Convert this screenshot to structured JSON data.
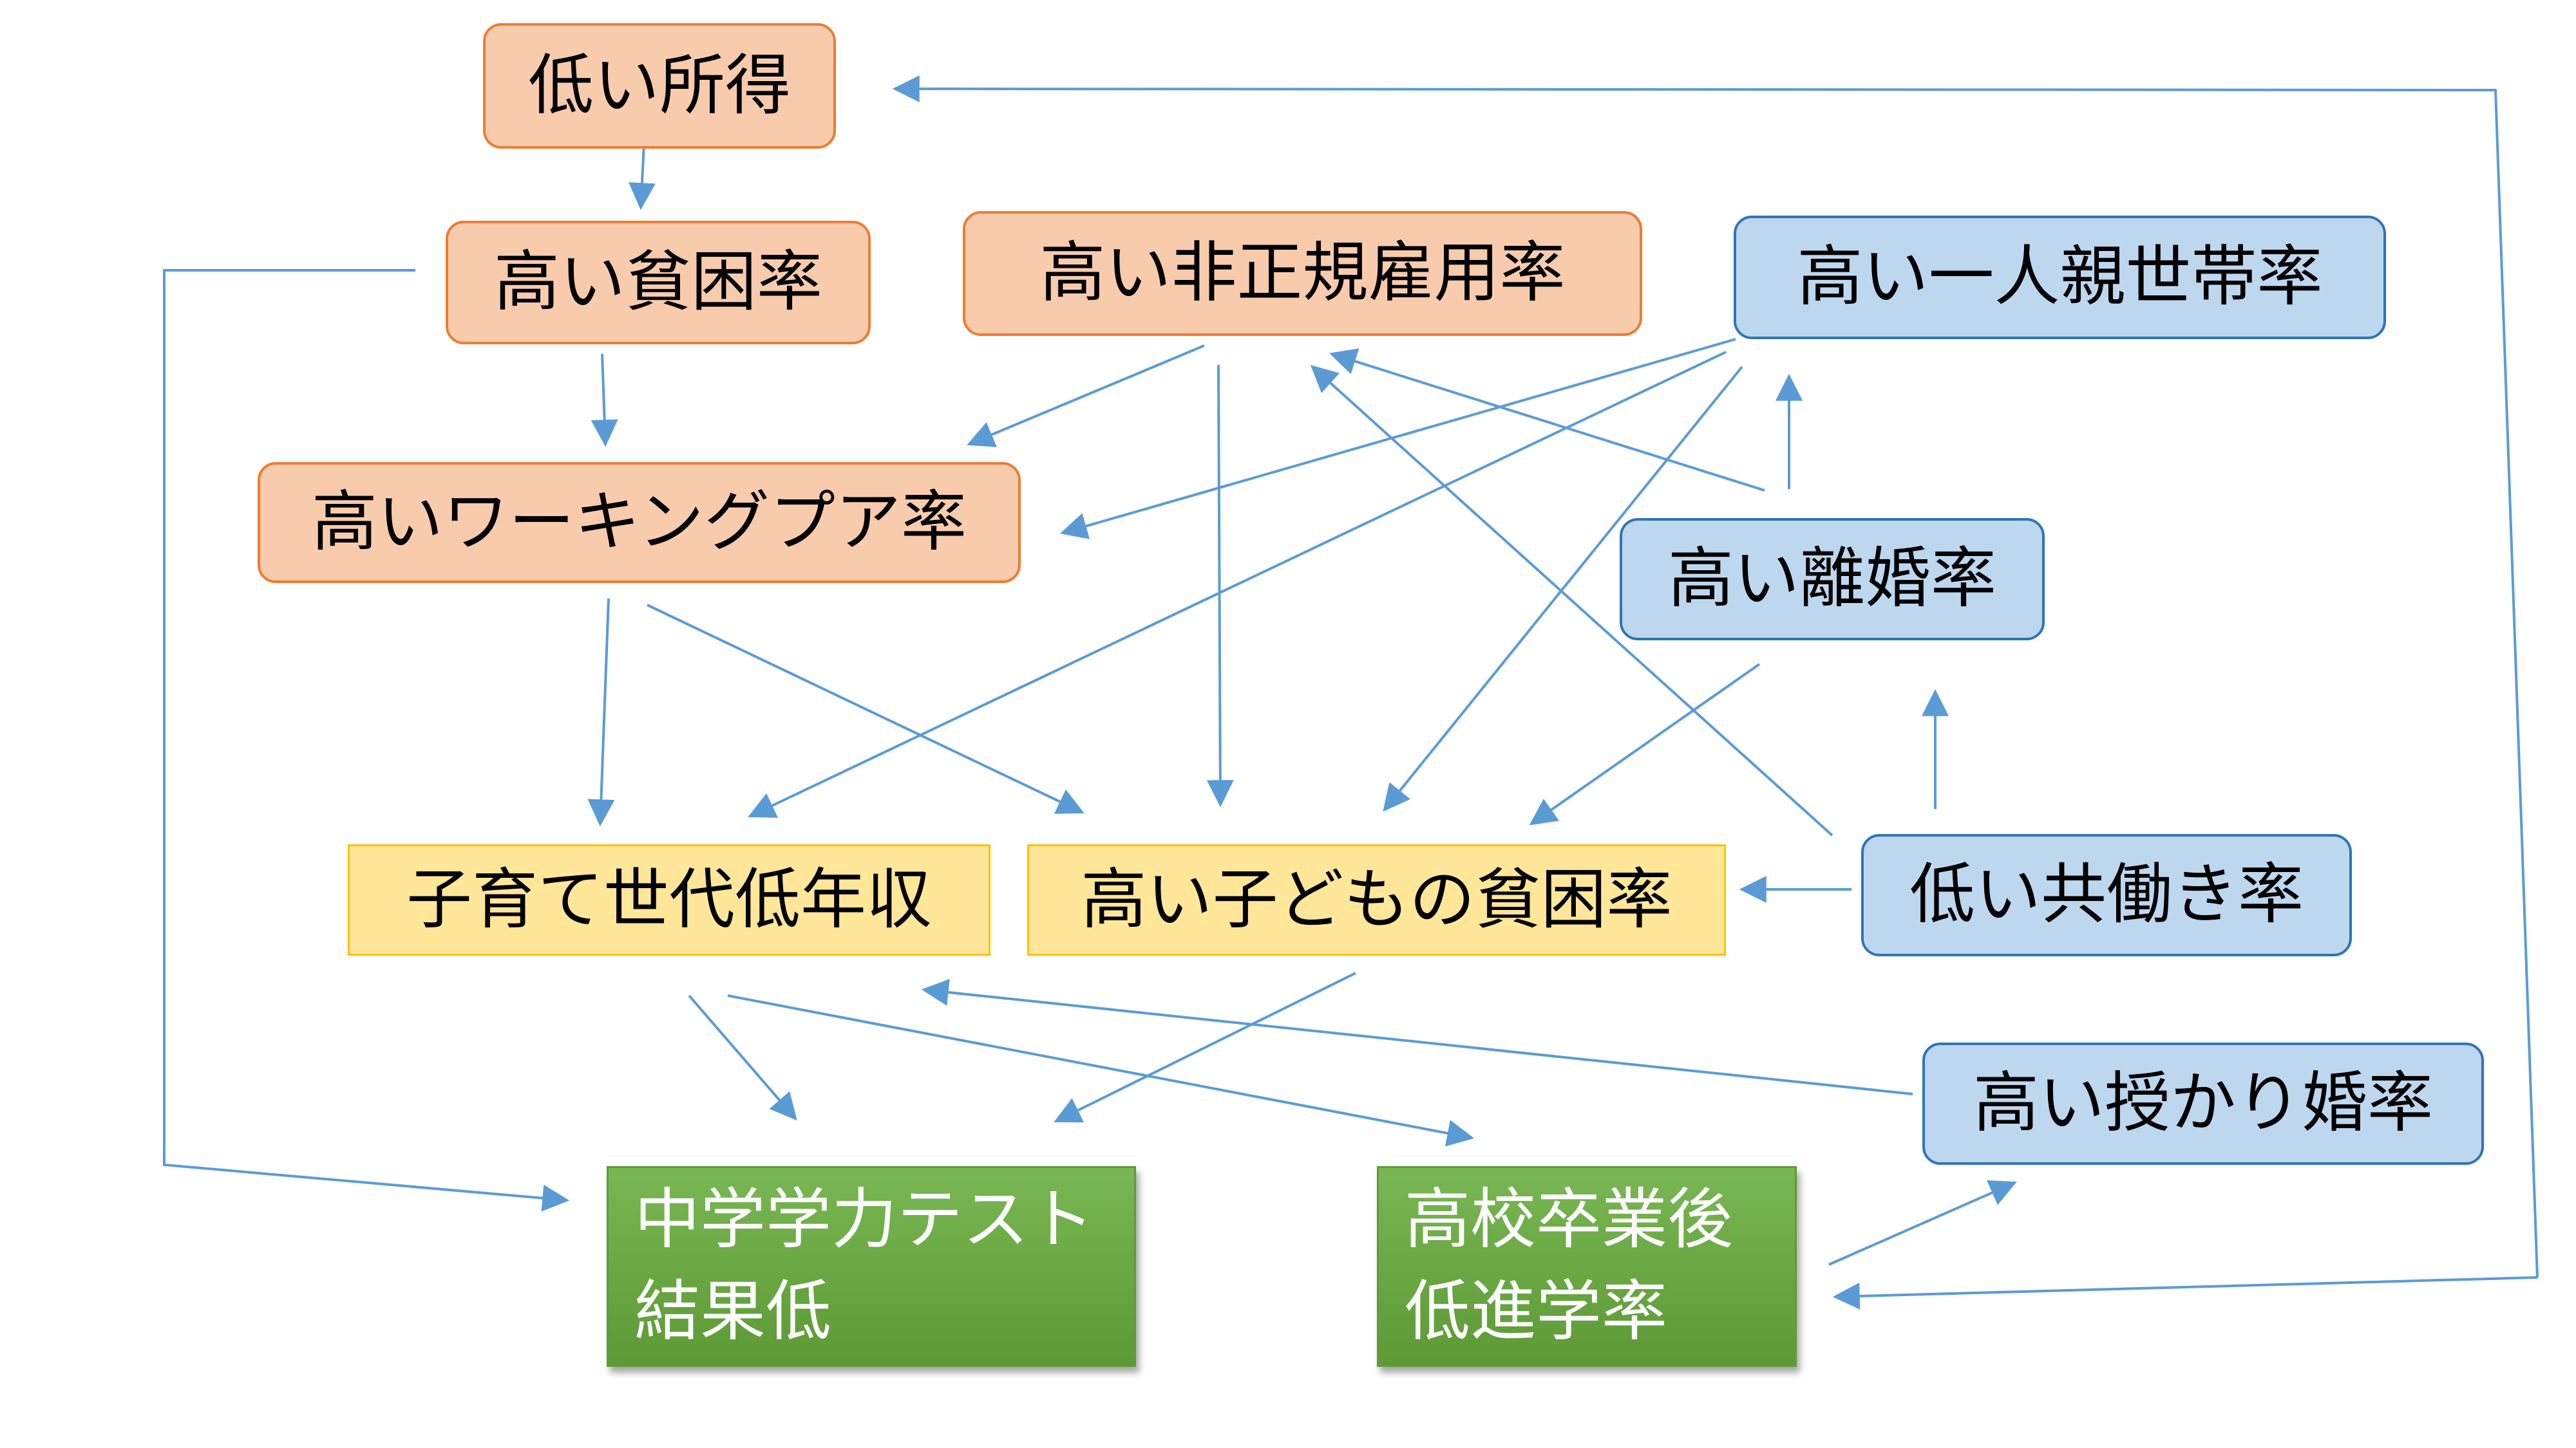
{
  "nodes": {
    "low_income": "低い所得",
    "high_poverty": "高い貧困率",
    "high_nonregular": "高い非正規雇用率",
    "high_single_parent": "高い一人親世帯率",
    "high_working_poor": "高いワーキングプア率",
    "high_divorce": "高い離婚率",
    "low_income_parenting": "子育て世代低年収",
    "high_child_poverty": "高い子どもの貧困率",
    "low_dual_income": "低い共働き率",
    "high_shotgun_marriage": "高い授かり婚率",
    "low_junior_high_test": {
      "line1": "中学学力テスト",
      "line2": "結果低"
    },
    "low_college_rate": {
      "line1": "高校卒業後",
      "line2": "低進学率"
    }
  },
  "colors": {
    "orange_fill": "#f8cbad",
    "orange_border": "#ed7d31",
    "blue_fill": "#bdd7ee",
    "blue_border": "#2e75b6",
    "yellow_fill": "#ffe699",
    "yellow_border": "#ffc000",
    "green_fill": "#70ad47",
    "arrow": "#5b9bd5"
  },
  "edges": [
    {
      "from": "low_income",
      "to": "high_poverty"
    },
    {
      "from": "high_poverty",
      "to": "high_working_poor"
    },
    {
      "from": "high_nonregular",
      "to": "high_working_poor"
    },
    {
      "from": "high_nonregular",
      "to": "high_child_poverty"
    },
    {
      "from": "high_single_parent",
      "to": "high_working_poor"
    },
    {
      "from": "high_single_parent",
      "to": "low_income_parenting"
    },
    {
      "from": "high_single_parent",
      "to": "high_child_poverty"
    },
    {
      "from": "high_divorce",
      "to": "high_nonregular"
    },
    {
      "from": "high_divorce",
      "to": "high_single_parent"
    },
    {
      "from": "high_divorce",
      "to": "high_child_poverty"
    },
    {
      "from": "high_working_poor",
      "to": "low_income_parenting"
    },
    {
      "from": "high_working_poor",
      "to": "high_child_poverty"
    },
    {
      "from": "low_dual_income",
      "to": "high_nonregular"
    },
    {
      "from": "low_dual_income",
      "to": "high_divorce"
    },
    {
      "from": "low_dual_income",
      "to": "high_child_poverty"
    },
    {
      "from": "high_shotgun_marriage",
      "to": "low_income_parenting"
    },
    {
      "from": "low_income_parenting",
      "to": "low_junior_high_test"
    },
    {
      "from": "low_income_parenting",
      "to": "low_college_rate"
    },
    {
      "from": "high_child_poverty",
      "to": "low_junior_high_test"
    },
    {
      "from": "high_poverty",
      "to": "low_junior_high_test"
    },
    {
      "from": "low_college_rate",
      "to": "high_shotgun_marriage"
    },
    {
      "from": "low_college_rate",
      "to": "low_income"
    }
  ]
}
